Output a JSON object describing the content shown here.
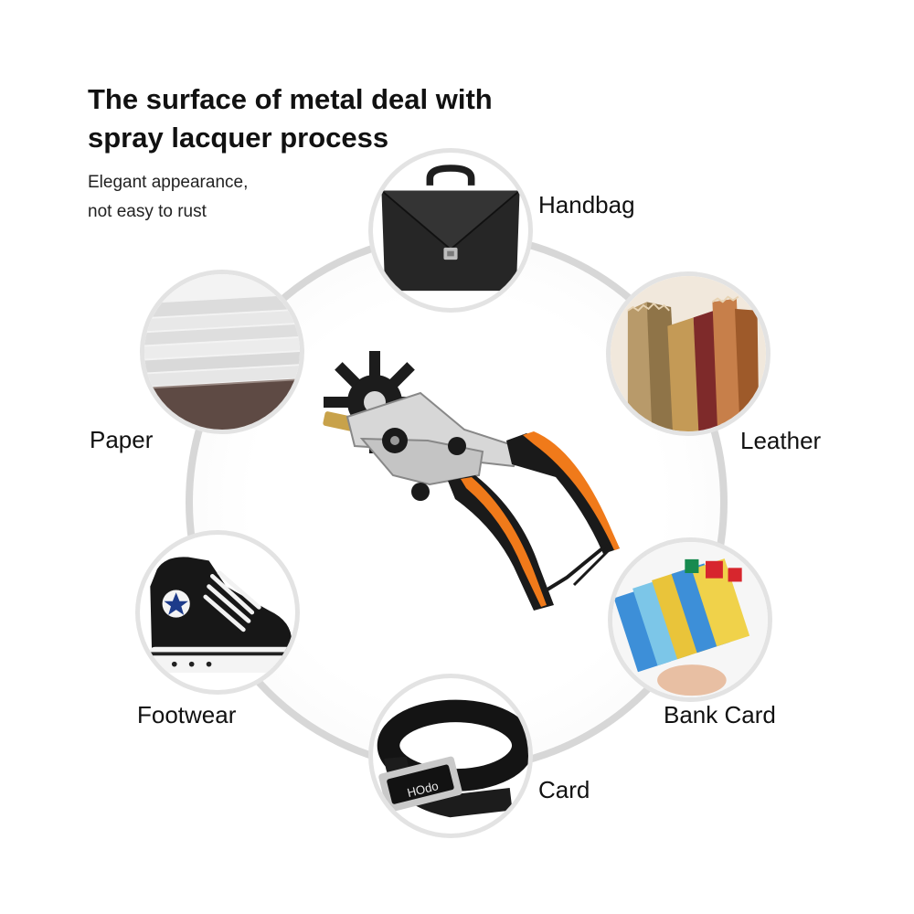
{
  "headline": {
    "line1": "The surface of metal deal with",
    "line2": "spray lacquer process"
  },
  "subline": {
    "line1": "Elegant appearance,",
    "line2": "not easy to rust"
  },
  "uses": {
    "handbag": "Handbag",
    "leather": "Leather",
    "paper": "Paper",
    "footwear": "Footwear",
    "bank_card": "Bank Card",
    "card": "Card"
  },
  "belt_logo": "HOdo",
  "icons": [
    "handbag-image",
    "leather-image",
    "paper-image",
    "sneaker-image",
    "bank-cards-image",
    "belt-image",
    "hole-punch-pliers-image"
  ],
  "colors": {
    "handle_orange": "#f07a1a",
    "handle_black": "#1a1a1a",
    "ring_gray": "#d7d7d7"
  }
}
